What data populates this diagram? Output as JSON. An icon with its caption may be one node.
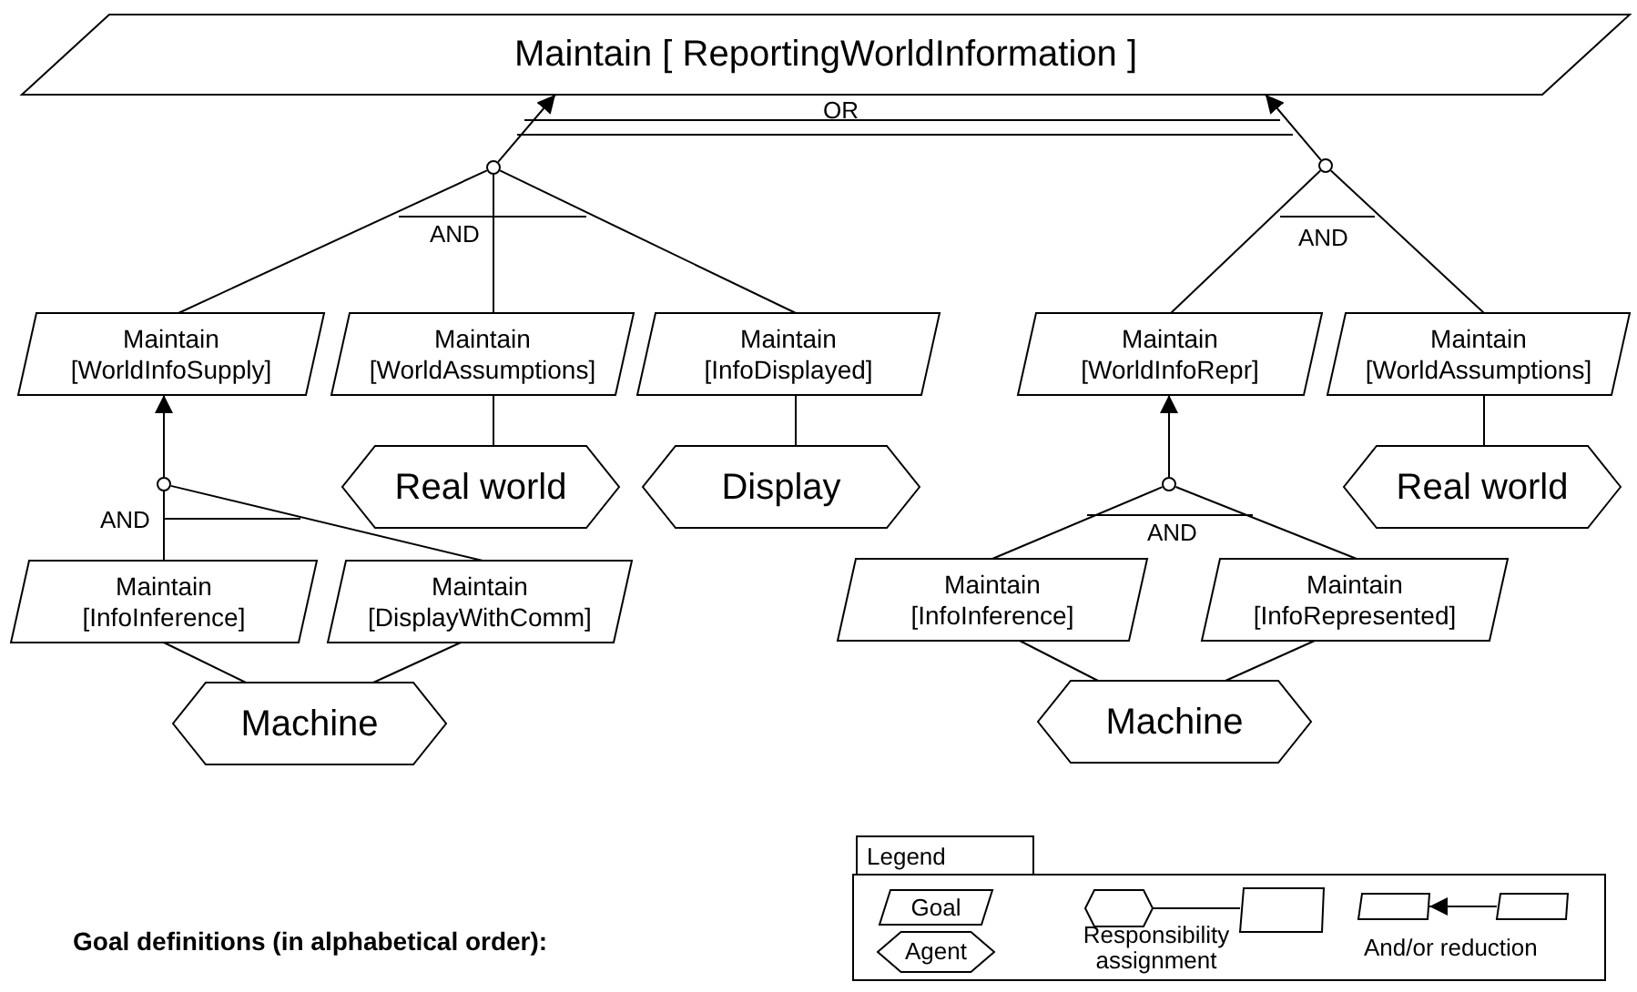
{
  "diagram": {
    "nodes": [
      {
        "text": [
          "Maintain [ ReportingWorldInformation ]"
        ]
      },
      {
        "text": [],
        "shape": "circle"
      },
      {
        "text": [],
        "shape": "circle"
      },
      {
        "text": [
          "Maintain [WorldInfoSupply]"
        ]
      },
      {
        "text": [
          "Maintain [WorldAssumptions]"
        ]
      },
      {
        "text": [
          "Maintain [InfoDisplayed]"
        ]
      },
      {
        "text": [
          "Maintain [WorldInfoRepr]"
        ]
      },
      {
        "text": [
          "Maintain [WorldAssumptions]"
        ]
      },
      {
        "text": [
          "Real world"
        ]
      },
      {
        "text": [
          "Display"
        ]
      },
      {
        "text": [
          "Real world"
        ]
      },
      {
        "text": [],
        "shape": "circle"
      },
      {
        "text": [
          "Maintain [InfoInference]"
        ]
      },
      {
        "text": [
          "Maintain [DisplayWithComm]"
        ]
      },
      {
        "text": [
          "Machine"
        ]
      },
      {
        "text": [],
        "shape": "circle"
      },
      {
        "text": [
          "Maintain [InfoInference]"
        ]
      },
      {
        "text": [
          "Maintain [InfoRepresented]"
        ]
      },
      {
        "text": [
          "Machine"
        ]
      }
    ],
    "edges": [
      {
        "from": 1,
        "to": 0,
        "arrow": "to"
      },
      {
        "from": 2,
        "to": 0,
        "arrow": "to"
      },
      {
        "from": 3,
        "to": 1,
        "arrow": "none"
      },
      {
        "from": 4,
        "to": 1,
        "arrow": "none"
      },
      {
        "from": 5,
        "to": 1,
        "arrow": "none"
      },
      {
        "from": 6,
        "to": 2,
        "arrow": "none"
      },
      {
        "from": 7,
        "to": 2,
        "arrow": "none"
      },
      {
        "from": 4,
        "to": 8,
        "arrow": "none"
      },
      {
        "from": 5,
        "to": 9,
        "arrow": "none"
      },
      {
        "from": 7,
        "to": 10,
        "arrow": "none"
      },
      {
        "from": 11,
        "to": 3,
        "arrow": "to"
      },
      {
        "from": 12,
        "to": 11,
        "arrow": "none"
      },
      {
        "from": 13,
        "to": 11,
        "arrow": "none"
      },
      {
        "from": 15,
        "to": 6,
        "arrow": "to"
      },
      {
        "from": 16,
        "to": 15,
        "arrow": "none"
      },
      {
        "from": 17,
        "to": 15,
        "arrow": "none"
      },
      {
        "from": 12,
        "to": 14,
        "arrow": "none"
      },
      {
        "from": 13,
        "to": 14,
        "arrow": "none"
      },
      {
        "from": 16,
        "to": 18,
        "arrow": "none"
      },
      {
        "from": 17,
        "to": 18,
        "arrow": "none"
      }
    ],
    "labels": [
      "OR",
      "AND",
      "AND",
      "AND",
      "AND",
      "Legend",
      "Goal definitions (in alphabetical order):"
    ],
    "legend": [
      {
        "text": "Goal"
      },
      {
        "text": "Agent"
      },
      {
        "text": "Responsibility assignment"
      },
      {
        "text": "And/or reduction"
      }
    ]
  }
}
